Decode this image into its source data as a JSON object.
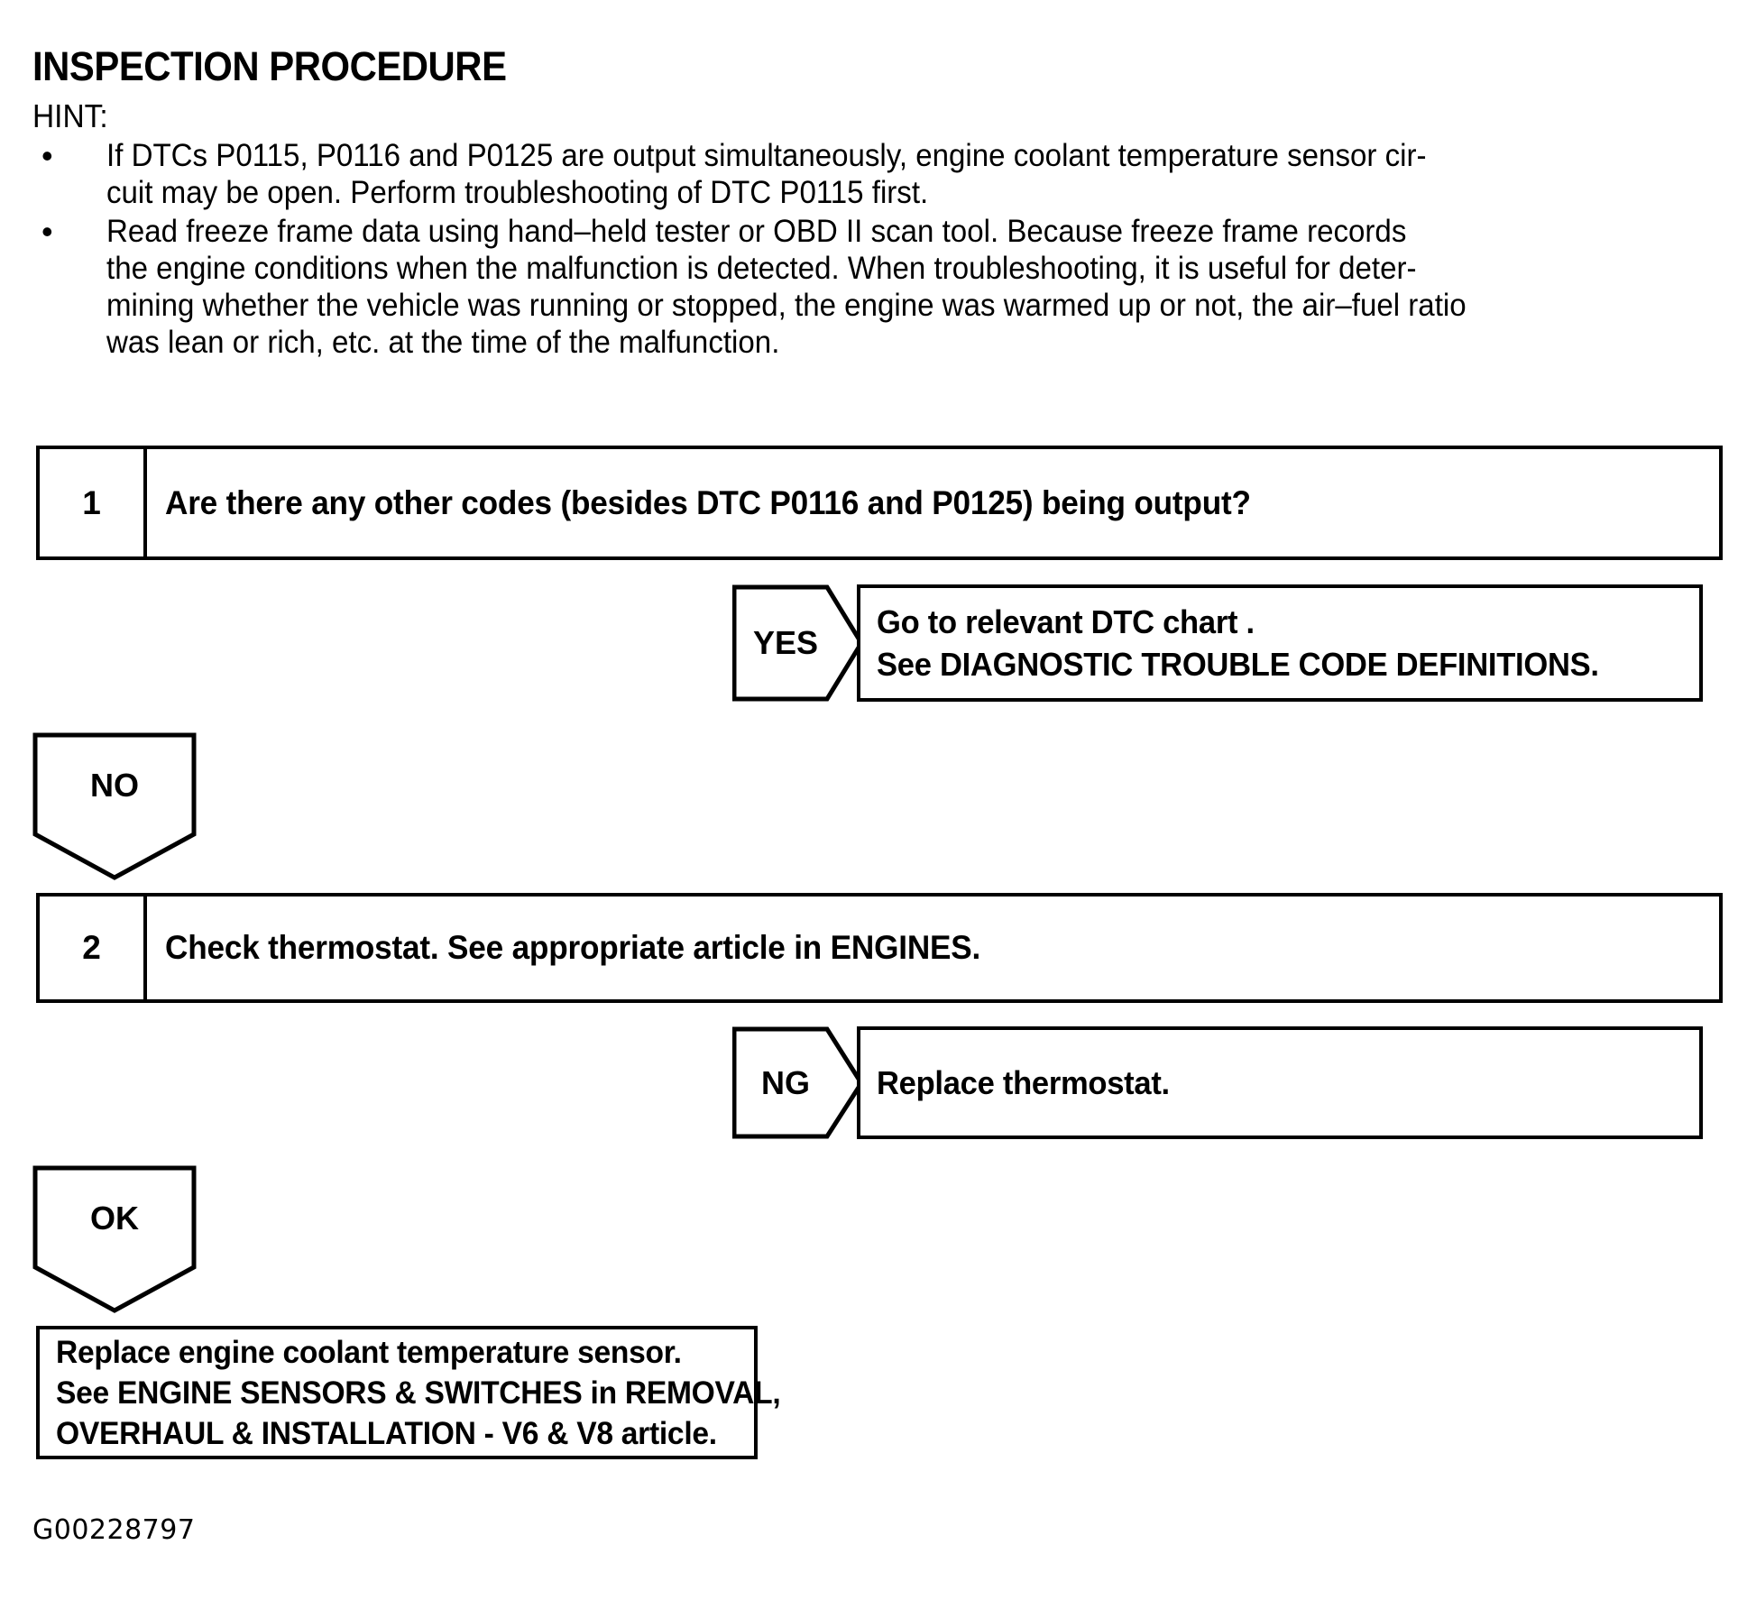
{
  "document": {
    "title": "INSPECTION PROCEDURE",
    "hint_label": "HINT:",
    "footer_code": "G00228797",
    "bullet_glyph": "•"
  },
  "hints": [
    {
      "text": "If DTCs P0115, P0116 and P0125 are output simultaneously, engine coolant temperature sensor cir-\ncuit may be open. Perform troubleshooting of DTC P0115 first."
    },
    {
      "text": "Read freeze frame data using hand–held tester or OBD II scan tool. Because freeze frame records\nthe engine conditions when the malfunction is detected. When troubleshooting, it is useful for deter-\nmining whether the vehicle was running or stopped, the engine was warmed up or not, the air–fuel ratio\nwas lean or rich, etc. at the time of the malfunction."
    }
  ],
  "steps": [
    {
      "number": "1",
      "text": "Are there any other codes (besides DTC P0116 and P0125) being output?"
    },
    {
      "number": "2",
      "text": "Check thermostat. See appropriate article in ENGINES."
    }
  ],
  "branches": {
    "yes": {
      "label": "YES",
      "result_lines": [
        "Go to relevant DTC chart .",
        "See DIAGNOSTIC TROUBLE CODE DEFINITIONS."
      ]
    },
    "no": {
      "label": "NO"
    },
    "ng": {
      "label": "NG",
      "result_lines": [
        "Replace thermostat."
      ]
    },
    "ok": {
      "label": "OK"
    }
  },
  "final_result": {
    "lines": [
      "Replace engine coolant temperature sensor.",
      "See ENGINE SENSORS & SWITCHES in REMOVAL,",
      "OVERHAUL & INSTALLATION - V6 & V8 article."
    ]
  },
  "colors": {
    "ink": "#000000",
    "paper": "#ffffff"
  }
}
